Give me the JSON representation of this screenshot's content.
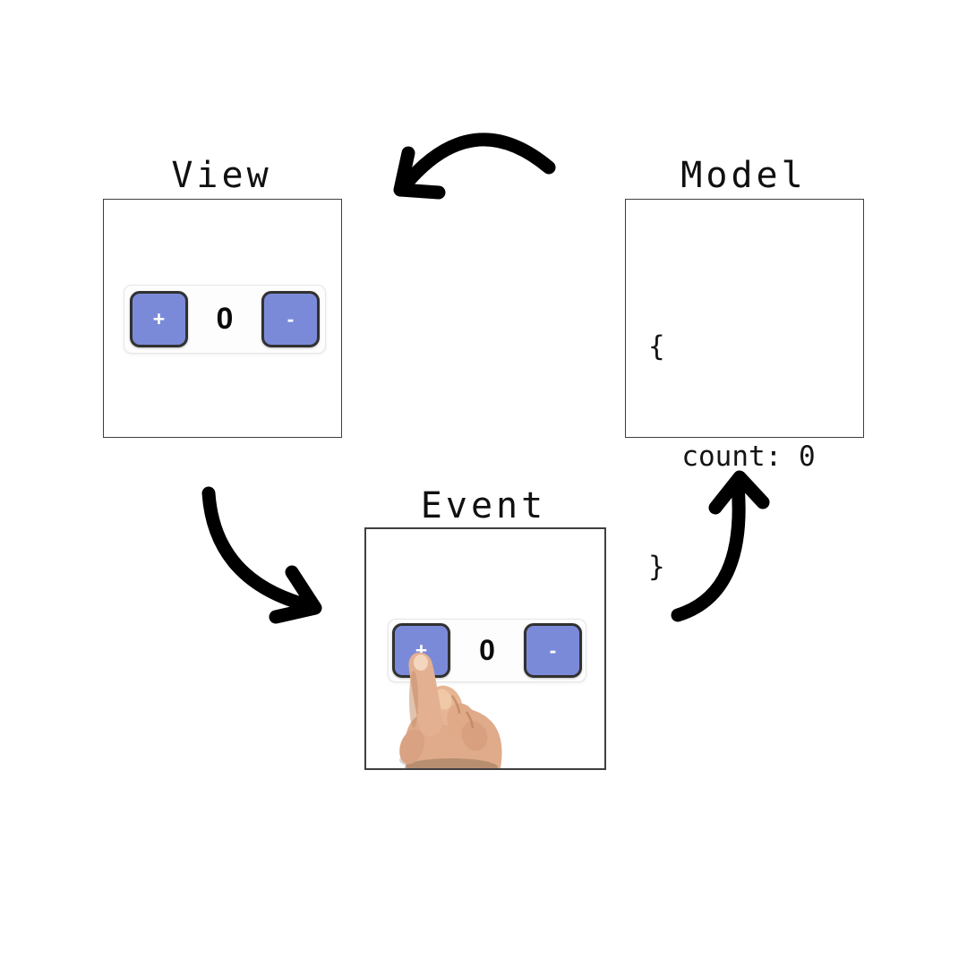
{
  "view": {
    "title": "View",
    "counter": {
      "increment_label": "+",
      "value": "0",
      "decrement_label": "-"
    }
  },
  "model": {
    "title": "Model",
    "code_line1": "{",
    "code_line2": "  count: 0",
    "code_line3": "}"
  },
  "event": {
    "title": "Event",
    "counter": {
      "increment_label": "+",
      "value": "0",
      "decrement_label": "-"
    }
  },
  "icons": {
    "arrow_top": "model-to-view-arrow",
    "arrow_left": "view-to-event-arrow",
    "arrow_right": "event-to-model-arrow",
    "hand": "pointing-finger"
  },
  "colors": {
    "button_fill": "#7b8ad8",
    "button_border": "#313131",
    "box_border": "#3f3f3f",
    "arrow": "#000000",
    "text": "#101010",
    "skin_base": "#dfab8a",
    "skin_highlight": "#f3d6bd",
    "skin_shadow": "#b9835f"
  }
}
